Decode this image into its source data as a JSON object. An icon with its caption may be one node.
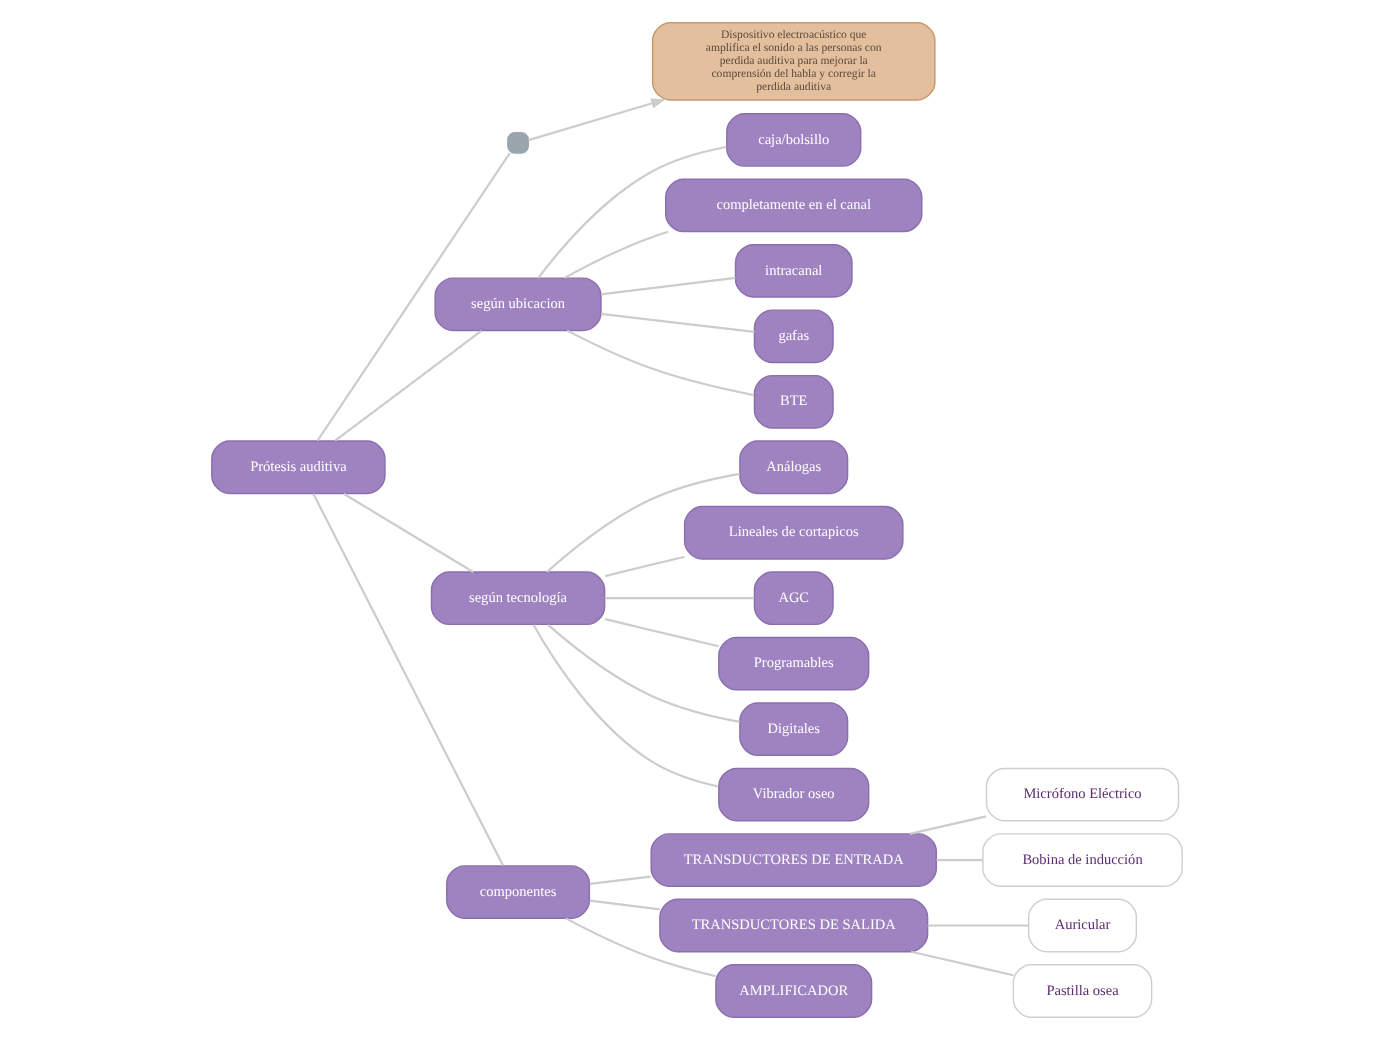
{
  "diagram": {
    "nodes": [
      {
        "text": [
          "Prótesis auditiva"
        ]
      },
      {
        "text": [],
        "shape": "box"
      },
      {
        "text": [
          "Dispositivo electroacústico que amplifica el sonido a las personas con perdida auditiva para mejorar la comprensión del habla y corregir la perdida auditiva"
        ]
      },
      {
        "text": [
          "según ubicacion"
        ]
      },
      {
        "text": [
          "según tecnología"
        ]
      },
      {
        "text": [
          "componentes"
        ]
      },
      {
        "text": [
          "caja/bolsillo"
        ]
      },
      {
        "text": [
          "completamente en el canal"
        ]
      },
      {
        "text": [
          "intracanal"
        ]
      },
      {
        "text": [
          "gafas"
        ]
      },
      {
        "text": [
          "BTE"
        ]
      },
      {
        "text": [
          "Análogas"
        ]
      },
      {
        "text": [
          "Lineales de cortapicos"
        ]
      },
      {
        "text": [
          "AGC"
        ]
      },
      {
        "text": [
          "Programables"
        ]
      },
      {
        "text": [
          "Digitales"
        ]
      },
      {
        "text": [
          "Vibrador oseo"
        ]
      },
      {
        "text": [
          "TRANSDUCTORES DE ENTRADA"
        ]
      },
      {
        "text": [
          "Micrófono Eléctrico"
        ]
      },
      {
        "text": [
          "Bobina de inducción"
        ]
      },
      {
        "text": [
          "TRANSDUCTORES DE SALIDA"
        ]
      },
      {
        "text": [
          "Auricular"
        ]
      },
      {
        "text": [
          "Pastilla osea"
        ]
      },
      {
        "text": [
          "AMPLIFICADOR"
        ]
      }
    ],
    "edges": [
      {
        "from": 0,
        "to": 1,
        "arrow": "none"
      },
      {
        "from": 1,
        "to": 2,
        "arrow": "to"
      },
      {
        "from": 0,
        "to": 3,
        "arrow": "none"
      },
      {
        "from": 0,
        "to": 4,
        "arrow": "none"
      },
      {
        "from": 0,
        "to": 5,
        "arrow": "none"
      },
      {
        "from": 3,
        "to": 6,
        "arrow": "none"
      },
      {
        "from": 3,
        "to": 7,
        "arrow": "none"
      },
      {
        "from": 3,
        "to": 8,
        "arrow": "none"
      },
      {
        "from": 3,
        "to": 9,
        "arrow": "none"
      },
      {
        "from": 3,
        "to": 10,
        "arrow": "none"
      },
      {
        "from": 4,
        "to": 11,
        "arrow": "none"
      },
      {
        "from": 4,
        "to": 12,
        "arrow": "none"
      },
      {
        "from": 4,
        "to": 13,
        "arrow": "none"
      },
      {
        "from": 4,
        "to": 14,
        "arrow": "none"
      },
      {
        "from": 4,
        "to": 15,
        "arrow": "none"
      },
      {
        "from": 4,
        "to": 16,
        "arrow": "none"
      },
      {
        "from": 5,
        "to": 17,
        "arrow": "none"
      },
      {
        "from": 17,
        "to": 18,
        "arrow": "none"
      },
      {
        "from": 17,
        "to": 19,
        "arrow": "none"
      },
      {
        "from": 5,
        "to": 20,
        "arrow": "none"
      },
      {
        "from": 20,
        "to": 21,
        "arrow": "none"
      },
      {
        "from": 20,
        "to": 22,
        "arrow": "none"
      },
      {
        "from": 5,
        "to": 23,
        "arrow": "none"
      }
    ]
  }
}
